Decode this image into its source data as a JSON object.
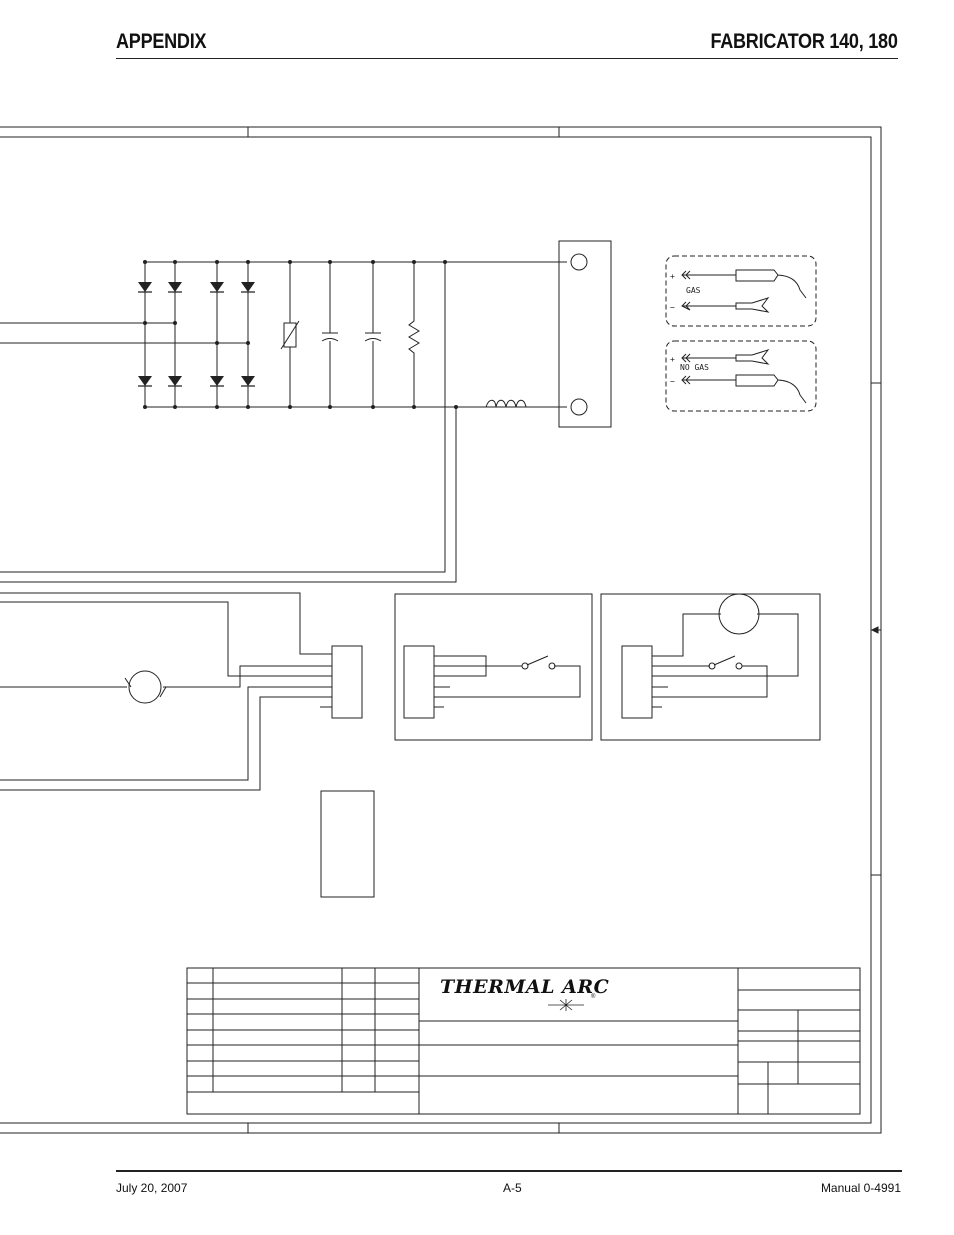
{
  "header": {
    "section": "APPENDIX",
    "model": "FABRICATOR 140, 180"
  },
  "footer": {
    "date": "July 20, 2007",
    "page": "A-5",
    "manual": "Manual 0-4991"
  },
  "polarity": {
    "gas": {
      "plus": "+",
      "minus": "−",
      "label": "GAS"
    },
    "no_gas": {
      "plus": "+",
      "minus": "−",
      "label": "NO GAS"
    }
  },
  "title_block": {
    "brand": "THERMAL ARC",
    "registered": "®"
  },
  "colors": {
    "line": "#222222",
    "paper": "#ffffff"
  },
  "icons": [
    "diode-icon",
    "capacitor-icon",
    "resistor-icon",
    "varistor-icon",
    "inductor-icon",
    "switch-icon",
    "motor-icon",
    "mig-torch-icon",
    "ground-clamp-icon",
    "output-terminal-icon"
  ]
}
